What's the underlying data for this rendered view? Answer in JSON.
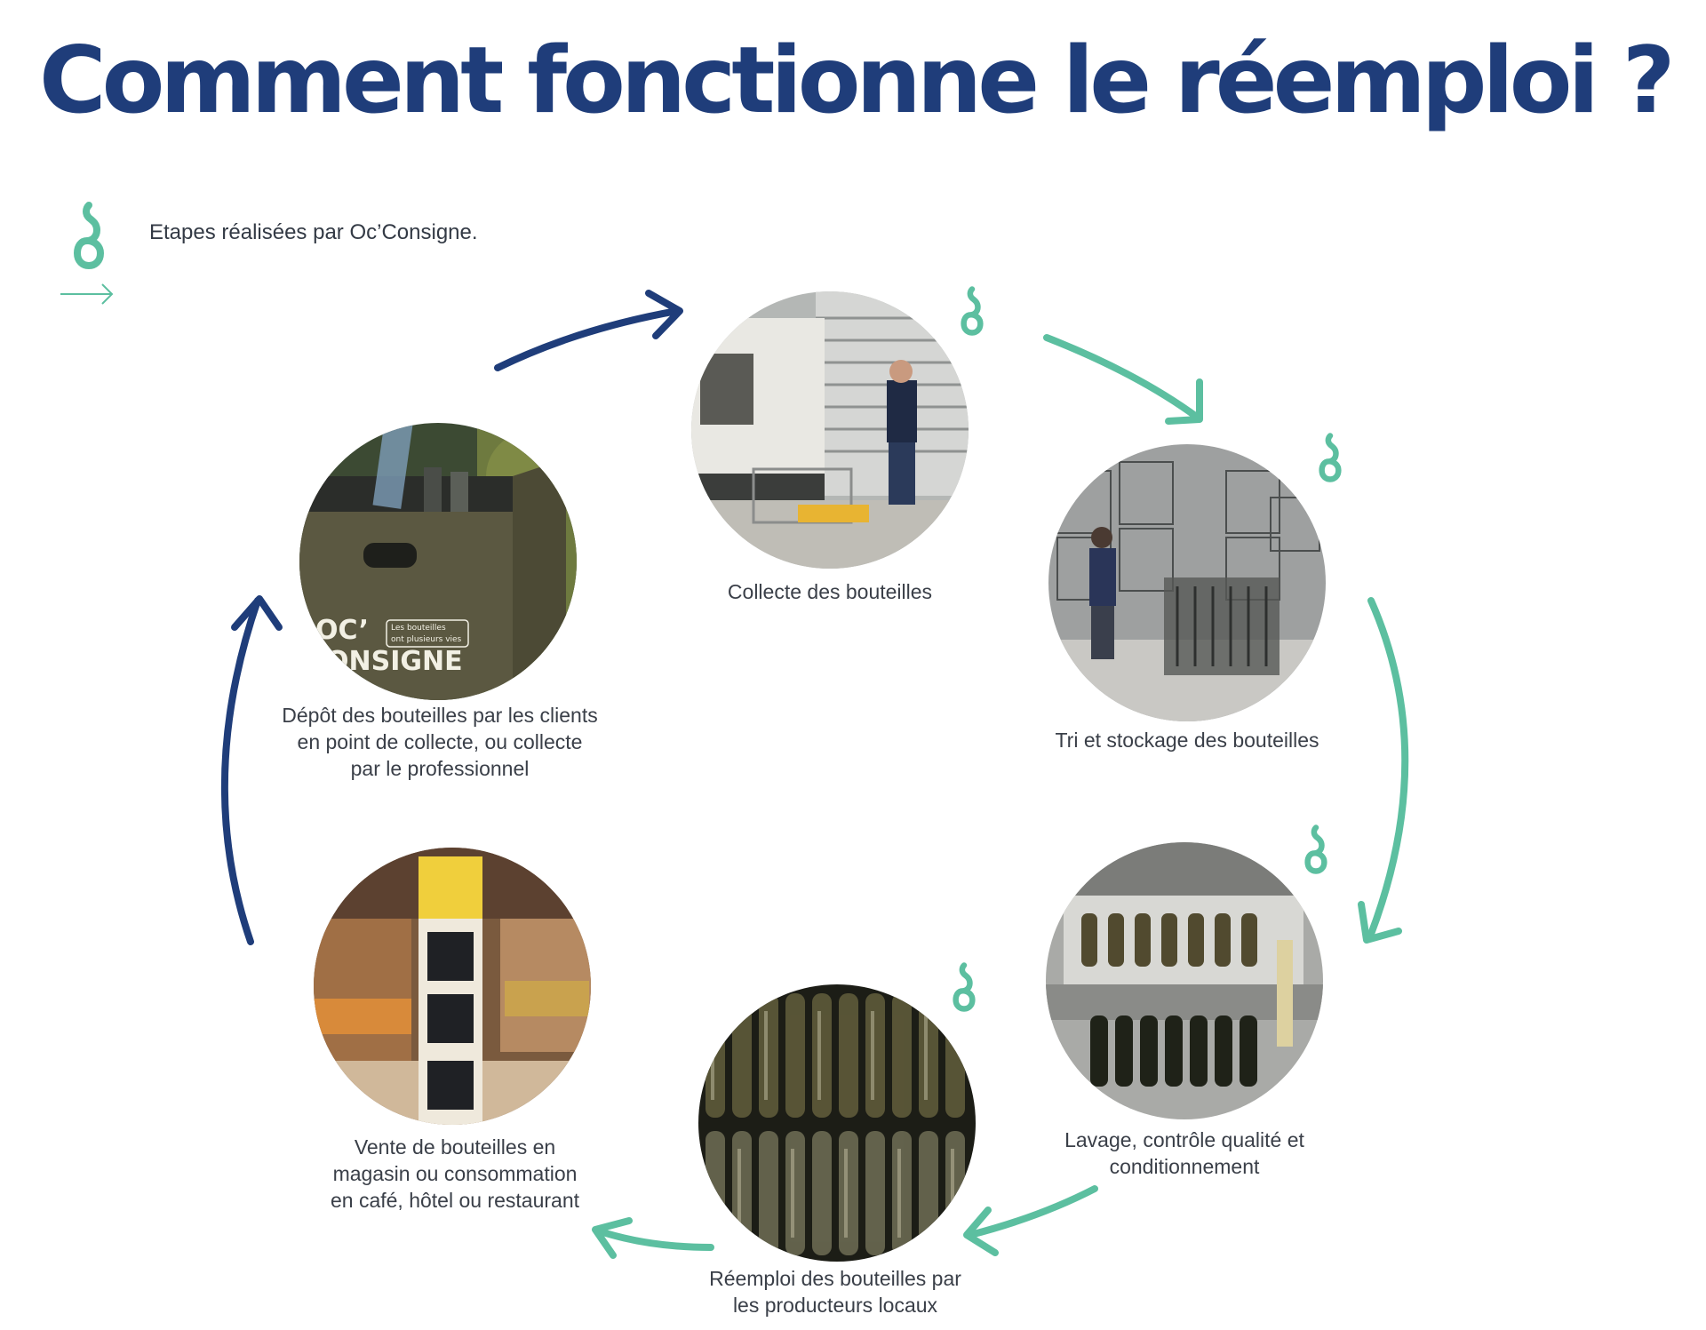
{
  "title": "Comment fonctionne le réemploi ?",
  "legend": {
    "text": "Etapes réalisées par Oc’Consigne.",
    "icon": "oc-consigne-logo-icon",
    "arrow_icon": "arrow-right-icon",
    "color": "#5cbfa0"
  },
  "colors": {
    "title": "#1f3d7a",
    "navy_arrow": "#1f3d7a",
    "teal_arrow": "#5cbfa0"
  },
  "steps": [
    {
      "id": "depot",
      "caption_lines": [
        "Dépôt des bouteilles par les clients",
        "en point de collecte, ou collecte",
        "par le professionnel"
      ],
      "photo_text": [
        "OC’",
        "CONSIGNE"
      ],
      "photo_badge": [
        "Les bouteilles",
        "ont plusieurs vies"
      ],
      "oc_consigne": false
    },
    {
      "id": "collecte",
      "caption_lines": [
        "Collecte des bouteilles"
      ],
      "oc_consigne": true
    },
    {
      "id": "tri",
      "caption_lines": [
        "Tri et stockage des bouteilles"
      ],
      "oc_consigne": true
    },
    {
      "id": "lavage",
      "caption_lines": [
        "Lavage, contrôle qualité et",
        "conditionnement"
      ],
      "oc_consigne": true
    },
    {
      "id": "reemploi",
      "caption_lines": [
        "Réemploi des bouteilles par",
        "les producteurs locaux"
      ],
      "oc_consigne": true
    },
    {
      "id": "vente",
      "caption_lines": [
        "Vente de bouteilles en",
        "magasin ou consommation",
        "en café, hôtel ou restaurant"
      ],
      "oc_consigne": false
    }
  ]
}
